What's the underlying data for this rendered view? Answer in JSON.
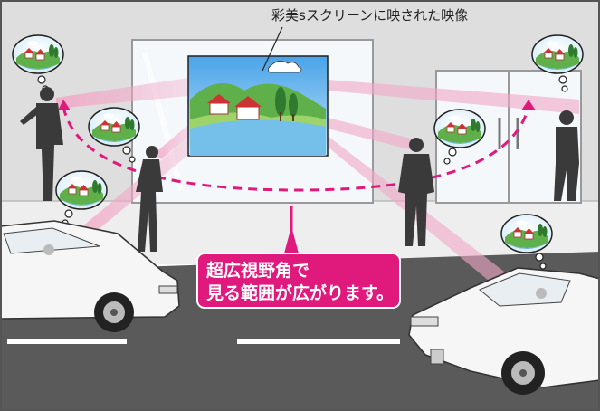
{
  "screen_caption": "彩美sスクリーンに映された映像",
  "callout": {
    "line1": "超広視野角で",
    "line2": "見る範囲が広がります。"
  },
  "colors": {
    "accent": "#e0197d",
    "beam": "#f2a7c6",
    "wall": "#dcdcdc",
    "floor": "#5a5a5a",
    "silhouette": "#3a3a3a"
  }
}
